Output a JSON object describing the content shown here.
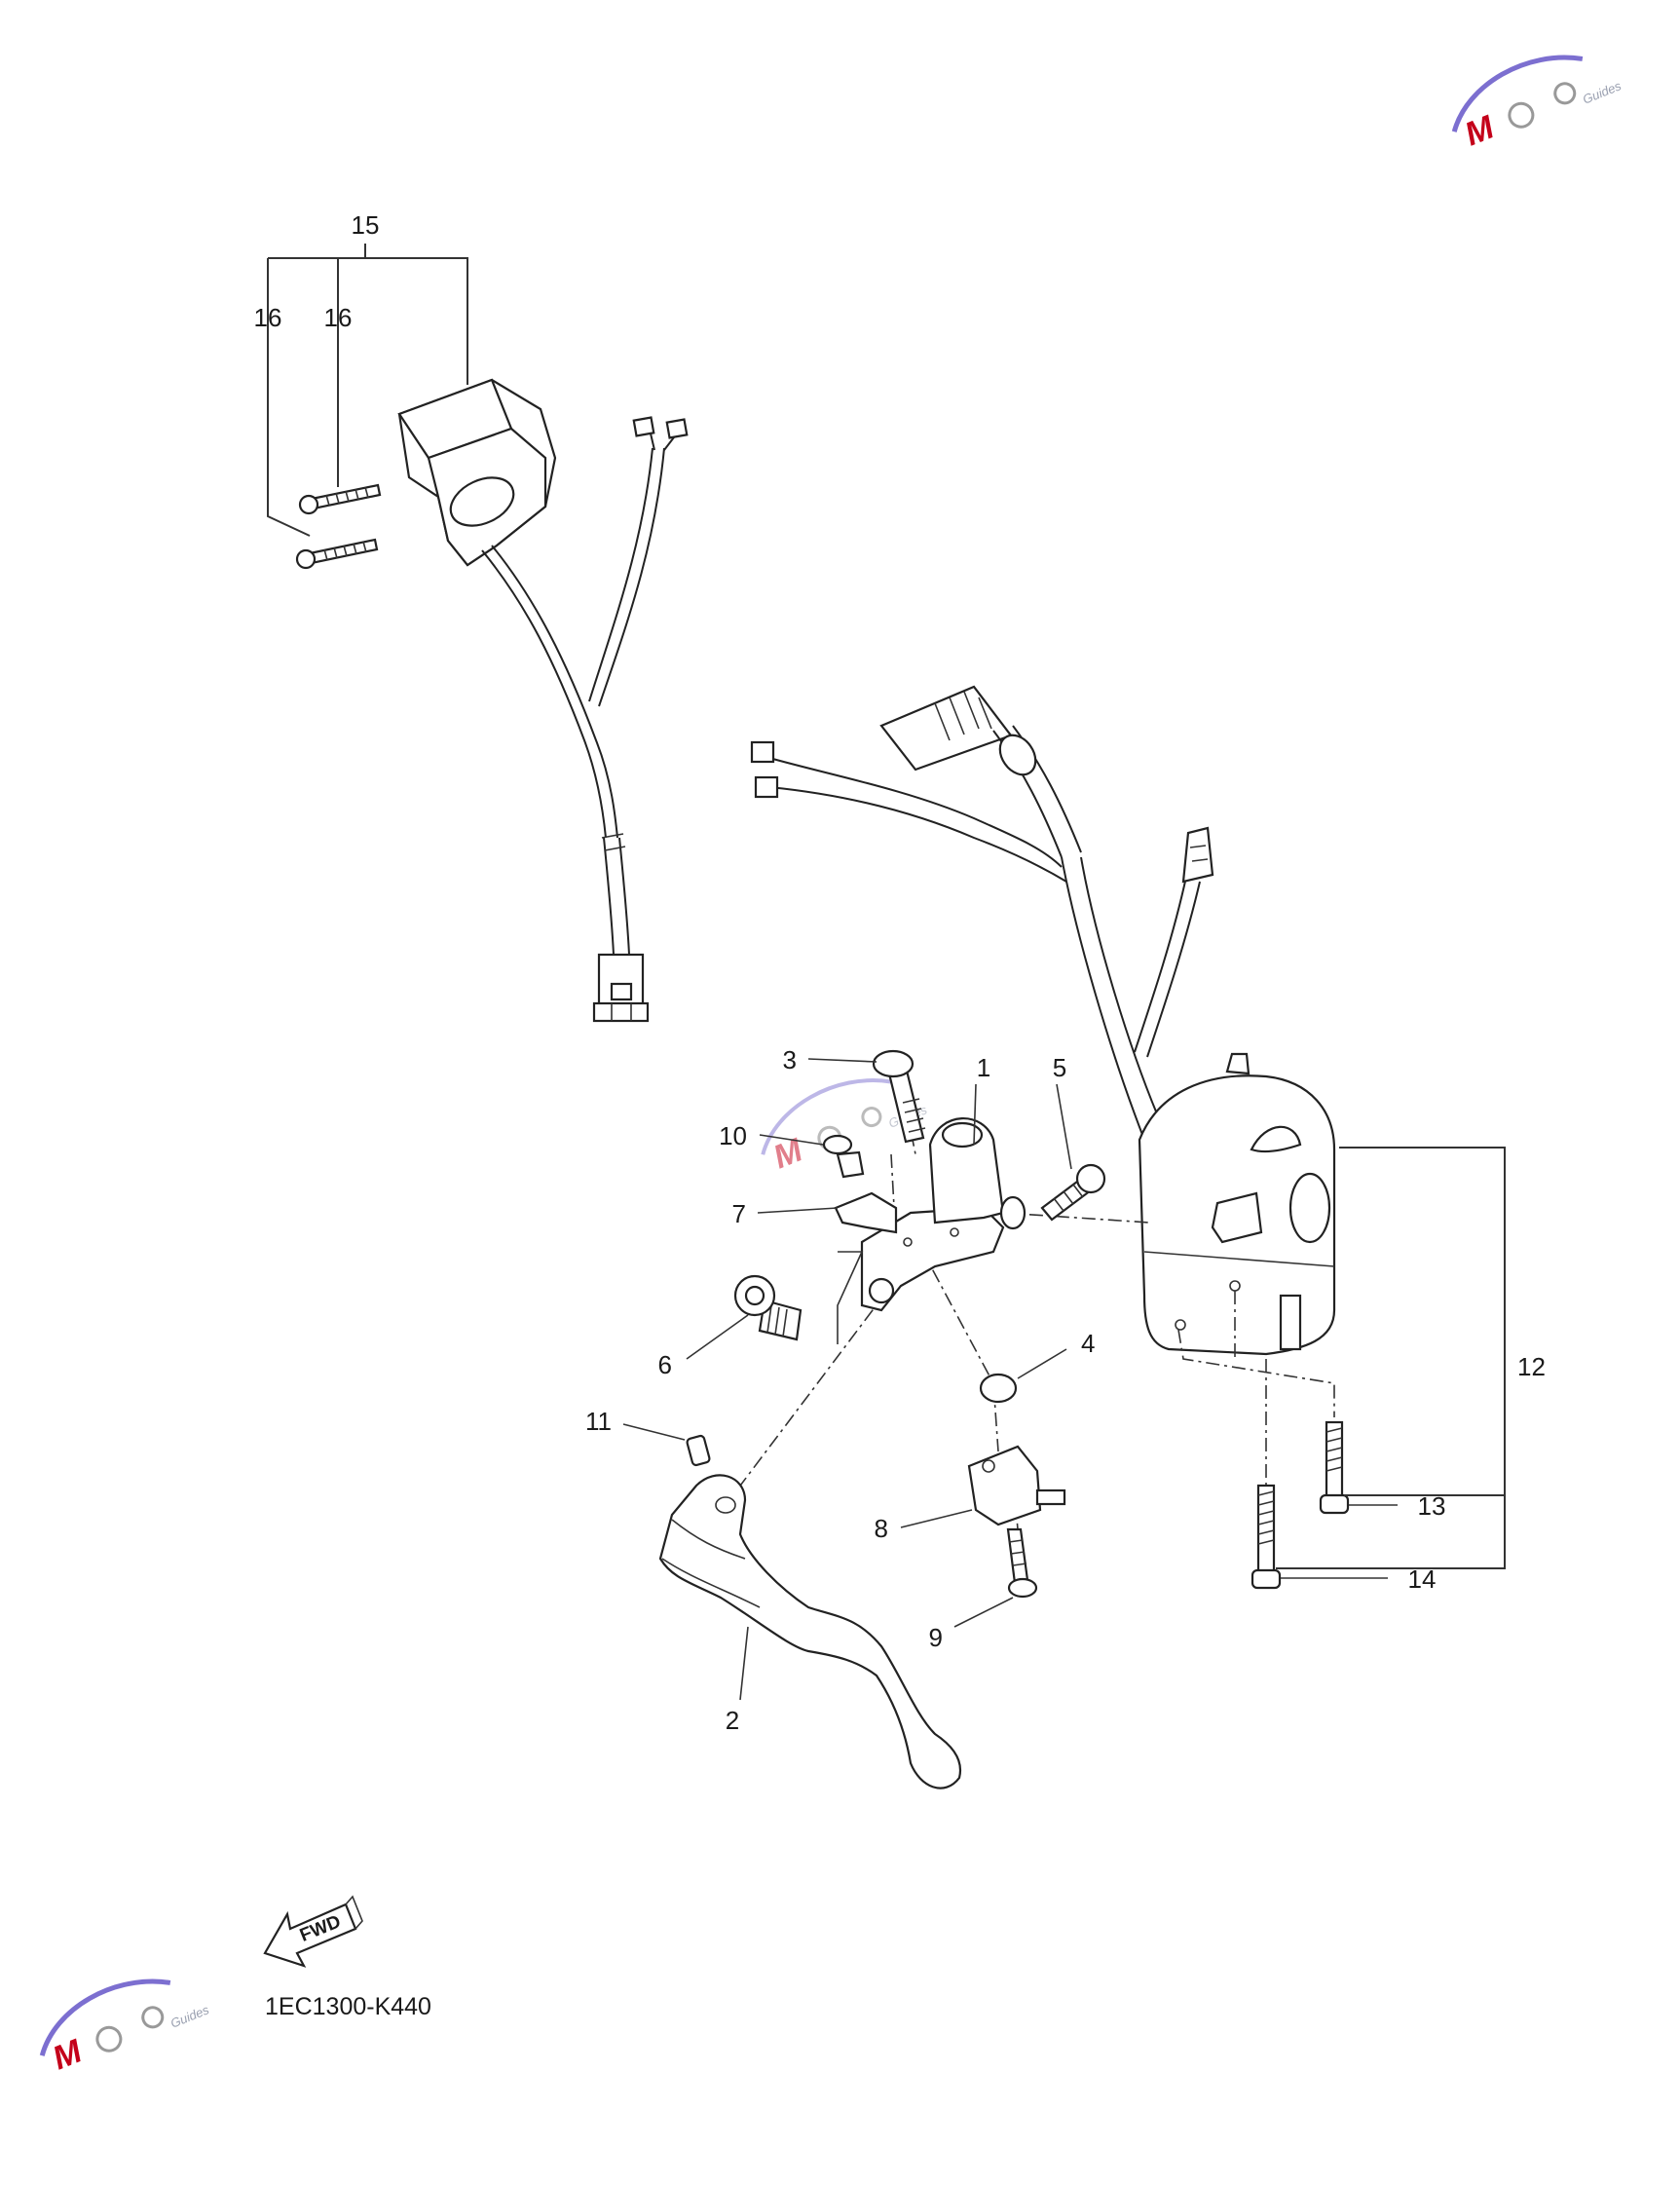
{
  "diagram": {
    "part_code": "1EC1300-K440",
    "fwd_label": "FWD",
    "callouts": [
      {
        "id": "c1",
        "label": "1"
      },
      {
        "id": "c2",
        "label": "2"
      },
      {
        "id": "c3",
        "label": "3"
      },
      {
        "id": "c4",
        "label": "4"
      },
      {
        "id": "c5",
        "label": "5"
      },
      {
        "id": "c6",
        "label": "6"
      },
      {
        "id": "c7",
        "label": "7"
      },
      {
        "id": "c8",
        "label": "8"
      },
      {
        "id": "c9",
        "label": "9"
      },
      {
        "id": "c10",
        "label": "10"
      },
      {
        "id": "c11",
        "label": "11"
      },
      {
        "id": "c12",
        "label": "12"
      },
      {
        "id": "c13",
        "label": "13"
      },
      {
        "id": "c14",
        "label": "14"
      },
      {
        "id": "c15",
        "label": "15"
      },
      {
        "id": "c16a",
        "label": "16"
      },
      {
        "id": "c16b",
        "label": "16"
      }
    ]
  },
  "watermarks": [
    {
      "brand_letter": "M",
      "brand_word": "Guides"
    },
    {
      "brand_letter": "M",
      "brand_word": "Guides"
    },
    {
      "brand_letter": "M",
      "brand_word": "Guides"
    }
  ],
  "colors": {
    "watermark_accent": "#c4001a",
    "watermark_swoosh": "#7c6fd0",
    "line": "#222222"
  }
}
